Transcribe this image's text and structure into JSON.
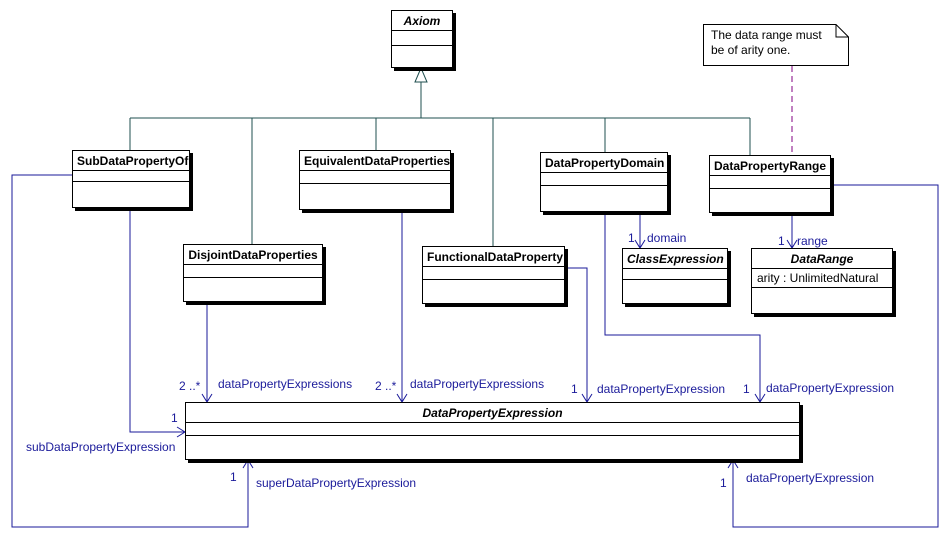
{
  "classes": {
    "axiom": {
      "name": "Axiom"
    },
    "sub_data_property_of": {
      "name": "SubDataPropertyOf"
    },
    "equivalent_data_properties": {
      "name": "EquivalentDataProperties"
    },
    "data_property_domain": {
      "name": "DataPropertyDomain"
    },
    "data_property_range": {
      "name": "DataPropertyRange"
    },
    "disjoint_data_properties": {
      "name": "DisjointDataProperties"
    },
    "functional_data_property": {
      "name": "FunctionalDataProperty"
    },
    "class_expression": {
      "name": "ClassExpression"
    },
    "data_range": {
      "name": "DataRange",
      "attribute": "arity : UnlimitedNatural"
    },
    "data_property_expression": {
      "name": "DataPropertyExpression"
    }
  },
  "note": {
    "line1": "The data range must",
    "line2": "be of arity one."
  },
  "labels": {
    "domain_mult": "1",
    "domain_role": "domain",
    "range_mult": "1",
    "range_role": "range",
    "disjoint_mult": "2 ..*",
    "disjoint_role": "dataPropertyExpressions",
    "equivalent_mult": "2 ..*",
    "equivalent_role": "dataPropertyExpressions",
    "functional_mult": "1",
    "functional_role": "dataPropertyExpression",
    "domain_dpe_mult": "1",
    "domain_dpe_role": "dataPropertyExpression",
    "sub_mult": "1",
    "sub_role": "subDataPropertyExpression",
    "super_mult": "1",
    "super_role": "superDataPropertyExpression",
    "range_dpe_mult": "1",
    "range_dpe_role": "dataPropertyExpression"
  },
  "colors": {
    "generalization": "#1f4f4f",
    "association": "#1a1a9a",
    "note_link": "#800080"
  }
}
